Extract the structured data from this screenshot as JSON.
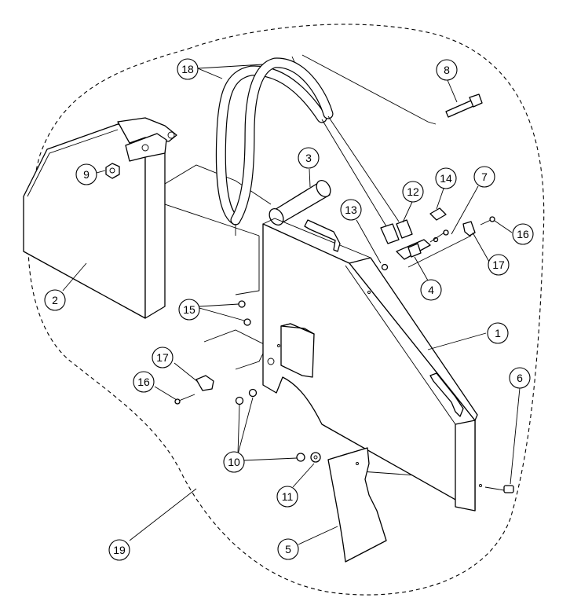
{
  "diagram": {
    "callouts": [
      {
        "id": "c1",
        "label": "1"
      },
      {
        "id": "c2",
        "label": "2"
      },
      {
        "id": "c3",
        "label": "3"
      },
      {
        "id": "c4",
        "label": "4"
      },
      {
        "id": "c5",
        "label": "5"
      },
      {
        "id": "c6",
        "label": "6"
      },
      {
        "id": "c7",
        "label": "7"
      },
      {
        "id": "c8",
        "label": "8"
      },
      {
        "id": "c9",
        "label": "9"
      },
      {
        "id": "c10",
        "label": "10"
      },
      {
        "id": "c11",
        "label": "11"
      },
      {
        "id": "c12",
        "label": "12"
      },
      {
        "id": "c13",
        "label": "13"
      },
      {
        "id": "c14",
        "label": "14"
      },
      {
        "id": "c15",
        "label": "15"
      },
      {
        "id": "c16a",
        "label": "16"
      },
      {
        "id": "c16b",
        "label": "16"
      },
      {
        "id": "c17a",
        "label": "17"
      },
      {
        "id": "c17b",
        "label": "17"
      },
      {
        "id": "c18",
        "label": "18"
      },
      {
        "id": "c19",
        "label": "19"
      }
    ]
  }
}
